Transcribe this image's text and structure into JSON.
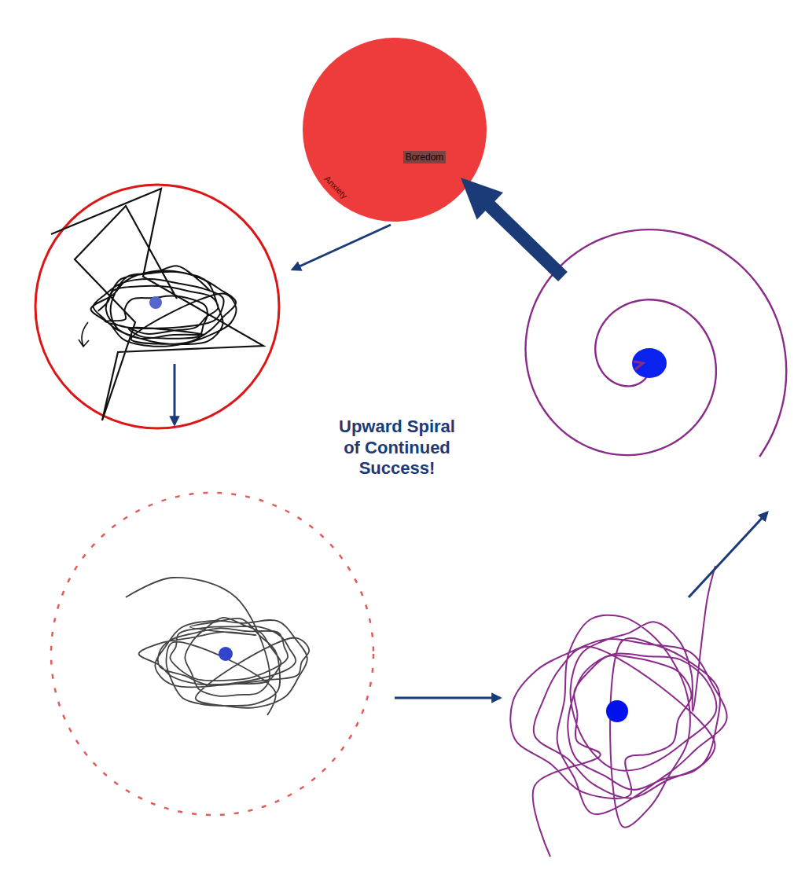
{
  "diagram": {
    "nodes": [
      {
        "text": [
          "Anxiety"
        ]
      },
      {
        "text": [
          "Boredom"
        ],
        "in": 0
      }
    ],
    "labels": [
      "Upward Spiral of Continued Success!"
    ]
  }
}
